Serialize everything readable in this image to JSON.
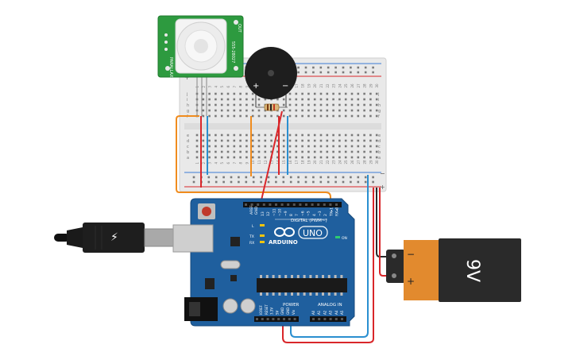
{
  "colors": {
    "board": "#1f5f9e",
    "board_dark": "#174a7c",
    "breadboard": "#e9e9e9",
    "wire_orange": "#f08c1e",
    "wire_red": "#d9262a",
    "wire_blue": "#2a8fd0",
    "pir_pcb": "#2d9a3f",
    "battery_orange": "#e28a2e",
    "battery_black": "#2a2a2a"
  },
  "arduino": {
    "aref": "AREF",
    "gnd": "GND",
    "digital_pins": [
      "13",
      "12",
      "~11",
      "~10",
      "~9",
      "8",
      "7",
      "~6",
      "~5",
      "4",
      "~3",
      "2",
      "TX▸1",
      "RX◂0"
    ],
    "digital_label": "DIGITAL (PWM~)",
    "brand": "ARDUINO",
    "model": "UNO",
    "on_led": "ON",
    "led_l": "L",
    "led_tx": "TX",
    "led_rx": "RX",
    "power_label": "POWER",
    "power_pins": [
      "IOREF",
      "RESET",
      "3.3V",
      "5V",
      "GND",
      "GND",
      "Vin"
    ],
    "analog_label": "ANALOG IN",
    "analog_pins": [
      "A0",
      "A1",
      "A2",
      "A3",
      "A4",
      "A5"
    ]
  },
  "breadboard": {
    "rail_minus": "−",
    "rail_plus": "+",
    "row_letters_top": [
      "j",
      "i",
      "h",
      "g",
      "f"
    ],
    "row_letters_bottom": [
      "e",
      "d",
      "c",
      "b",
      "a"
    ],
    "column_numbers": [
      "1",
      "2",
      "3",
      "4",
      "5",
      "6",
      "7",
      "8",
      "9",
      "10",
      "11",
      "12",
      "13",
      "14",
      "15",
      "16",
      "17",
      "18",
      "19",
      "20",
      "21",
      "22",
      "23",
      "24",
      "25",
      "26",
      "27",
      "28",
      "29",
      "30"
    ]
  },
  "pir_sensor": {
    "label_side": "PARALLAX",
    "label_model": "555-28027",
    "label_pins": [
      "+",
      "−",
      "OUT"
    ]
  },
  "buzzer": {
    "plus": "+",
    "minus": "−"
  },
  "battery": {
    "label": "9V",
    "plus": "+",
    "minus": "−"
  }
}
